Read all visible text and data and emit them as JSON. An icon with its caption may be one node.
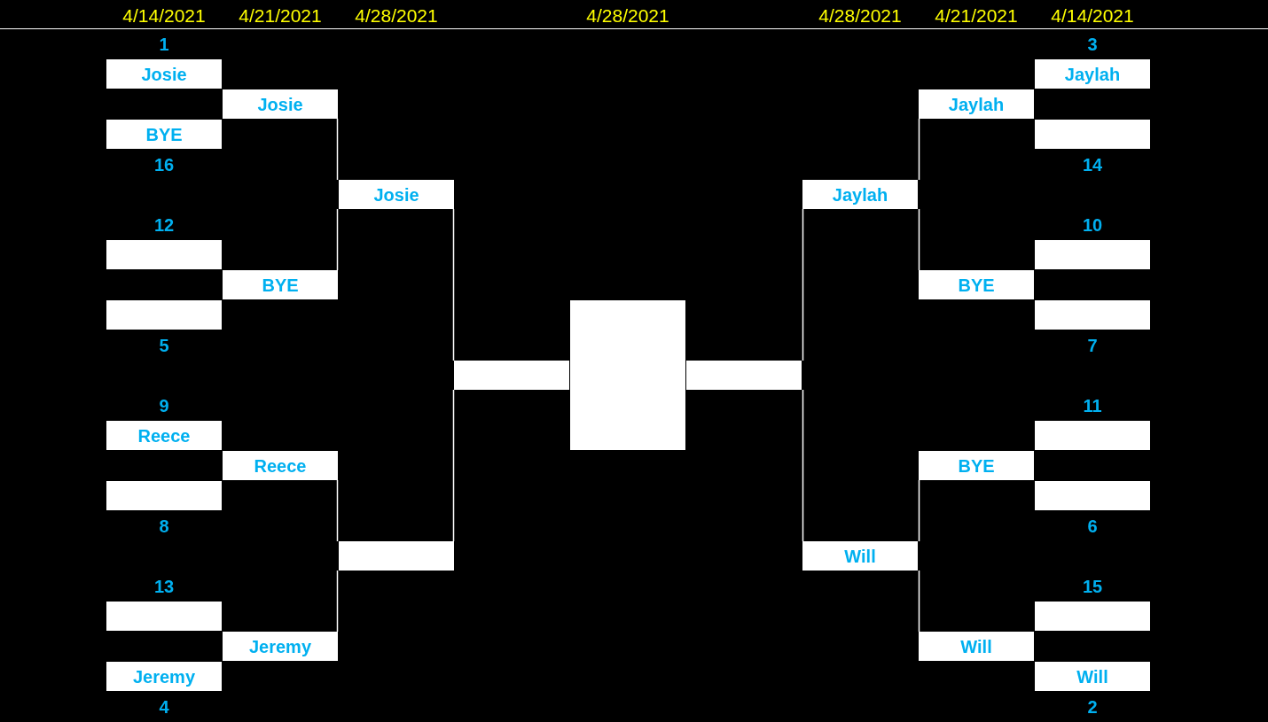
{
  "diagram": {
    "nodes": [
      {
        "text": [
          "Josie"
        ],
        "beside": [
          "1"
        ]
      },
      {
        "text": [
          "BYE"
        ],
        "beside": [
          "16"
        ]
      },
      {
        "text": [],
        "shape": "box",
        "beside": [
          "12"
        ]
      },
      {
        "text": [],
        "shape": "box",
        "beside": [
          "5"
        ]
      },
      {
        "text": [
          "Reece"
        ],
        "beside": [
          "9"
        ]
      },
      {
        "text": [],
        "shape": "box",
        "beside": [
          "8"
        ]
      },
      {
        "text": [],
        "shape": "box",
        "beside": [
          "13"
        ]
      },
      {
        "text": [
          "Jeremy"
        ],
        "beside": [
          "4"
        ]
      },
      {
        "text": [
          "Josie"
        ]
      },
      {
        "text": [
          "BYE"
        ]
      },
      {
        "text": [
          "Reece"
        ]
      },
      {
        "text": [
          "Jeremy"
        ]
      },
      {
        "text": [
          "Josie"
        ]
      },
      {
        "text": [],
        "shape": "box"
      },
      {
        "text": [],
        "shape": "box"
      },
      {
        "text": [],
        "shape": "box"
      },
      {
        "text": [],
        "shape": "box"
      },
      {
        "text": [
          "Jaylah"
        ]
      },
      {
        "text": [
          "Will"
        ]
      },
      {
        "text": [
          "Jaylah"
        ]
      },
      {
        "text": [
          "BYE"
        ]
      },
      {
        "text": [
          "BYE"
        ]
      },
      {
        "text": [
          "Will"
        ]
      },
      {
        "text": [
          "Jaylah"
        ],
        "beside": [
          "3"
        ]
      },
      {
        "text": [],
        "shape": "box",
        "beside": [
          "14"
        ]
      },
      {
        "text": [],
        "shape": "box",
        "beside": [
          "10"
        ]
      },
      {
        "text": [],
        "shape": "box",
        "beside": [
          "7"
        ]
      },
      {
        "text": [],
        "shape": "box",
        "beside": [
          "11"
        ]
      },
      {
        "text": [],
        "shape": "box",
        "beside": [
          "6"
        ]
      },
      {
        "text": [],
        "shape": "box",
        "beside": [
          "15"
        ]
      },
      {
        "text": [
          "Will"
        ],
        "beside": [
          "2"
        ]
      }
    ],
    "edges": [
      {
        "from": 8,
        "to": 12,
        "arrow": "none"
      },
      {
        "from": 9,
        "to": 12,
        "arrow": "none"
      },
      {
        "from": 10,
        "to": 13,
        "arrow": "none"
      },
      {
        "from": 11,
        "to": 13,
        "arrow": "none"
      },
      {
        "from": 12,
        "to": 14,
        "arrow": "none"
      },
      {
        "from": 13,
        "to": 14,
        "arrow": "none"
      },
      {
        "from": 17,
        "to": 16,
        "arrow": "none"
      },
      {
        "from": 18,
        "to": 16,
        "arrow": "none"
      },
      {
        "from": 19,
        "to": 17,
        "arrow": "none"
      },
      {
        "from": 20,
        "to": 17,
        "arrow": "none"
      },
      {
        "from": 21,
        "to": 18,
        "arrow": "none"
      },
      {
        "from": 22,
        "to": 18,
        "arrow": "none"
      }
    ],
    "labels": [
      "4/14/2021",
      "4/21/2021",
      "4/28/2021",
      "4/28/2021",
      "4/28/2021",
      "4/21/2021",
      "4/14/2021"
    ]
  }
}
